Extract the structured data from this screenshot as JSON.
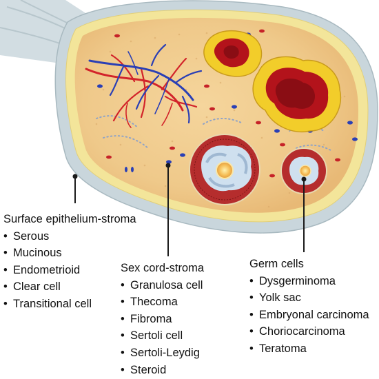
{
  "groups": [
    {
      "heading": "Surface epithelium-stroma",
      "items": [
        "Serous",
        "Mucinous",
        "Endometrioid",
        "Clear cell",
        "Transitional cell"
      ]
    },
    {
      "heading": "Sex cord-stroma",
      "items": [
        "Granulosa cell",
        "Thecoma",
        "Fibroma",
        "Sertoli cell",
        "Sertoli-Leydig",
        "Steroid"
      ]
    },
    {
      "heading": "Germ cells",
      "items": [
        "Dysgerminoma",
        "Yolk sac",
        "Embryonal carcinoma",
        "Choriocarcinoma",
        "Teratoma"
      ]
    }
  ],
  "colors": {
    "capsule": "#c9d6dc",
    "surface_epithelium": "#f3e59a",
    "stroma": "#efc98a",
    "artery": "#d2232a",
    "vein": "#2a3fb5",
    "cyst_yellow": "#f2cd2a",
    "cyst_red": "#b3131b",
    "follicle_rim": "#a52424",
    "pointer": "#1a1a1a"
  }
}
